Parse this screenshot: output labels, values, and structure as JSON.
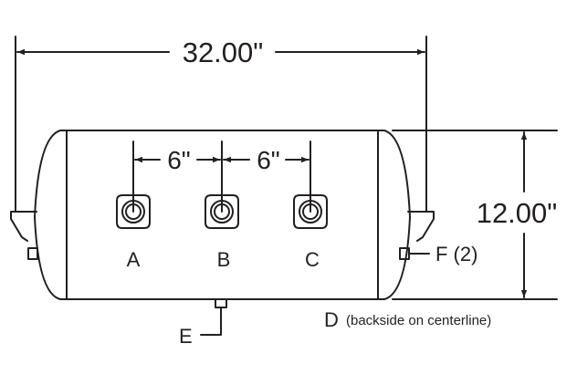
{
  "dimensions": {
    "overall_length": "32.00\"",
    "diameter": "12.00\"",
    "spacing_ab": "6\"",
    "spacing_bc": "6\""
  },
  "ports": [
    {
      "label": "A"
    },
    {
      "label": "B"
    },
    {
      "label": "C"
    }
  ],
  "callouts": {
    "e_label": "E",
    "f_label": "F (2)",
    "d_letter": "D",
    "d_note": "(backside on centerline)"
  },
  "colors": {
    "line": "#231f20",
    "background": "#ffffff"
  }
}
